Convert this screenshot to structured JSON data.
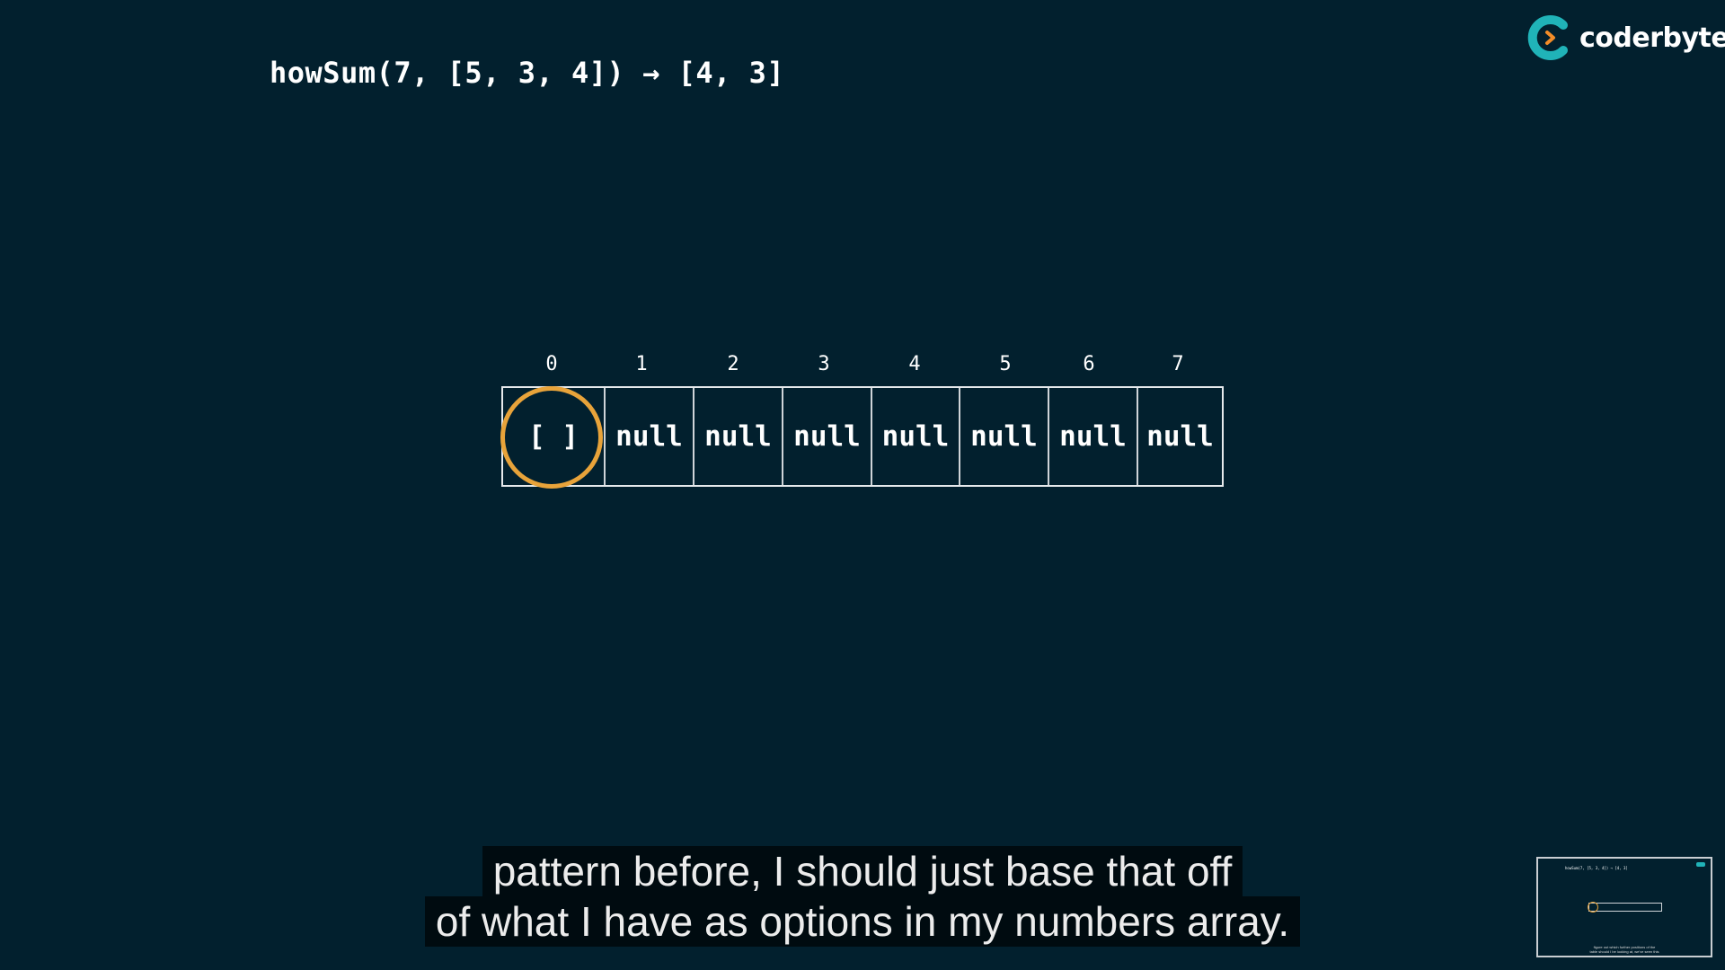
{
  "header": {
    "expression": "howSum(7, [5, 3, 4]) → [4, 3]"
  },
  "brand": {
    "name": "coderbyte",
    "icon": "coderbyte-logo-icon",
    "colors": {
      "teal": "#20b3b8",
      "orange": "#f28c28"
    }
  },
  "table": {
    "indices": [
      "0",
      "1",
      "2",
      "3",
      "4",
      "5",
      "6",
      "7"
    ],
    "cells": [
      "[ ]",
      "null",
      "null",
      "null",
      "null",
      "null",
      "null",
      "null"
    ],
    "highlighted_index": 0,
    "highlight_color": "#e8a33a"
  },
  "captions": [
    "pattern before, I should just base that off",
    "of what I have as options in my numbers array."
  ],
  "thumbnail": {
    "caption_lines": [
      "figure out which further positions of the",
      "table should I be looking at, we've seen this"
    ]
  },
  "colors": {
    "background": "#02202e",
    "text": "#ffffff"
  }
}
